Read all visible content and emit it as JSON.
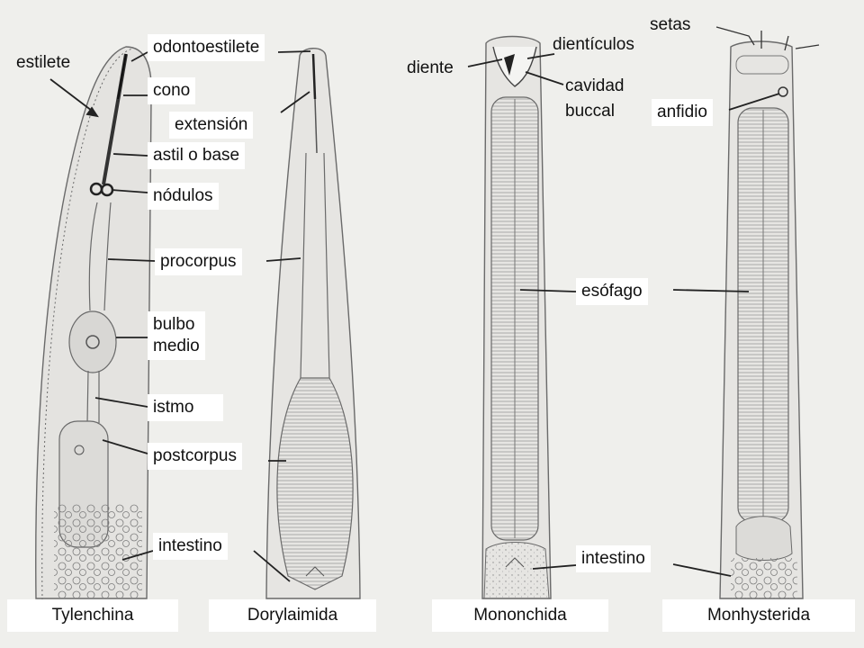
{
  "labels": {
    "estilete": "estilete",
    "odontoestilete": "odontoestilete",
    "cono": "cono",
    "extension": "extensión",
    "astil": "astil o base",
    "nodulos": "nódulos",
    "procorpus": "procorpus",
    "bulbo_medio": "bulbo\nmedio",
    "istmo": "istmo",
    "postcorpus": "postcorpus",
    "intestino_left": "intestino",
    "dienticulos": "dientículos",
    "diente": "diente",
    "cavidad_buccal": "cavidad\nbuccal",
    "setas": "setas",
    "anfidio": "anfidio",
    "esofago": "esófago",
    "intestino_right": "intestino"
  },
  "taxa": [
    "Tylenchina",
    "Dorylaimida",
    "Mononchida",
    "Monhysterida"
  ],
  "colors": {
    "background": "#efefec",
    "ink": "#5f5f5f",
    "label_bg": "#ffffff"
  }
}
